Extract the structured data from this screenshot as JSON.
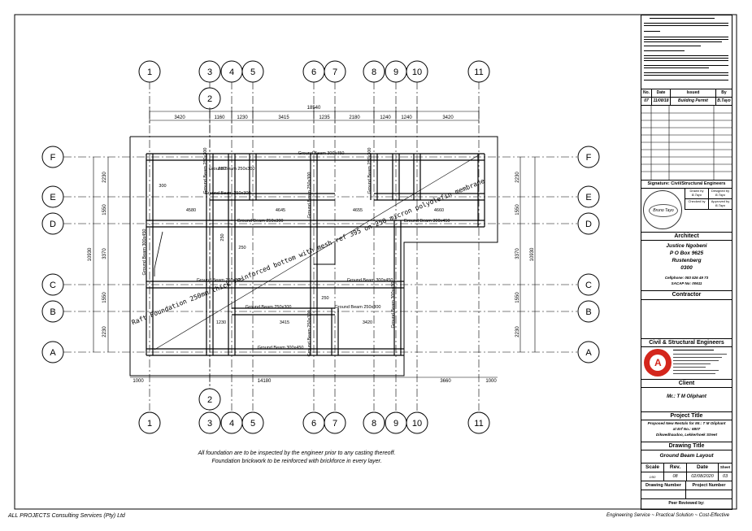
{
  "drawing": {
    "grid_columns": [
      "1",
      "2",
      "3",
      "4",
      "5",
      "6",
      "7",
      "8",
      "9",
      "10",
      "11"
    ],
    "grid_rows": [
      "A",
      "B",
      "C",
      "D",
      "E",
      "F"
    ],
    "top_dims": [
      "3420",
      "1160",
      "1230",
      "3415",
      "1235",
      "2180",
      "1240",
      "1240",
      "3420"
    ],
    "overall_top": "18540",
    "bottom_dims": [
      "1000",
      "14180",
      "3660",
      "1000"
    ],
    "left_dims": [
      "2230",
      "1550",
      "3370",
      "2230",
      "1550",
      "2230"
    ],
    "left_overall": "10930",
    "right_overall": "10930",
    "beam_labels": {
      "f_top": "Ground Beam 300x450",
      "d_left": "Ground Beam 250x300",
      "d_right": "Ground Beam 300x450",
      "c_left": "Ground Beam 250x300",
      "c_right": "Ground Beam 300x450",
      "b_mid": "Ground Beam 250x300",
      "b_right": "Ground Beam 250x300",
      "a_mid": "Ground Beam 300x450",
      "e_left": "Ground Beam 250x300",
      "e_mid": "Ground Beam 250x300",
      "v_left": "Ground Beam 300x450",
      "v_4": "Ground Beam 250x300",
      "v_6": "Ground Beam 250x300",
      "v_6b": "Ground Beam 250x300",
      "v_9": "Ground Beam 250x300",
      "v_10": "Ground Beam 300x450"
    },
    "inner_dims": {
      "d1": "4580",
      "d2": "4645",
      "d3": "4655",
      "d4": "4660",
      "d300": "300",
      "d250a": "250",
      "d250b": "250",
      "d250c": "250",
      "d1230": "1230",
      "d3415": "3415",
      "d3420": "3420",
      "d250d": "250"
    },
    "raft_note": "Raft Foundation 250mm thick reinforced bottom with mesh ref 395 on 250 micron polyolefin membrane",
    "notes": [
      "All foundation are to be inspected by the engineer prior to any casting thereoff.",
      "Foundation brickwork to be reinforced with brickforce in every layer."
    ]
  },
  "footer": {
    "company": "ALL PROJECTS Consulting Services (Pty) Ltd",
    "tagline": "Engineering Service ~ Practical Solution ~ Cost-Effective"
  },
  "title_block": {
    "rev_table": {
      "headers": [
        "No.",
        "Date",
        "Issued",
        "By"
      ],
      "row": [
        "07",
        "11/08/18",
        "Building Permit",
        "B.Tayo"
      ]
    },
    "signature_label": "Signature: Civil/Structural Engineers",
    "sign_fields": [
      "Drawn by",
      "Designed by",
      "Checked by",
      "Approved by"
    ],
    "sign_values": [
      "B.Tayo",
      "B.Tayo",
      "",
      "B.Tayo"
    ],
    "stamp_text": "Bruno Tayo",
    "architect_label": "Architect",
    "architect_lines": [
      "Justice Ngobeni",
      "P O Box 9625",
      "Rustenberg",
      "0300"
    ],
    "architect_small": [
      "Cellphone: 083 526 49 73",
      "SACAP No: 00611"
    ],
    "contractor_label": "Contractor",
    "engineers_label": "Civil & Structural Engineers",
    "client_label": "Client",
    "client_name": "Mr.: T M Oliphant",
    "project_title_label": "Project Title",
    "project_title_lines": [
      "Proposed New Rentals for Mr.: T M Oliphant",
      "at Erf No.: 6807",
      "Dikwedhaudoo, Lekkerhoek Street"
    ],
    "drawing_title_label": "Drawing Title",
    "drawing_title": "Ground Beam Layout",
    "scale_headers": [
      "Scale",
      "Rev.",
      "Date",
      "Sheet"
    ],
    "scale_values": [
      "1/50",
      "08",
      "02/08/2020",
      "03"
    ],
    "number_headers": [
      "Drawing Number",
      "Project Number"
    ],
    "peer_reviewed": "Peer Reviewed by:"
  },
  "colors": {
    "line": "#000000",
    "accent": "#d4261c"
  }
}
